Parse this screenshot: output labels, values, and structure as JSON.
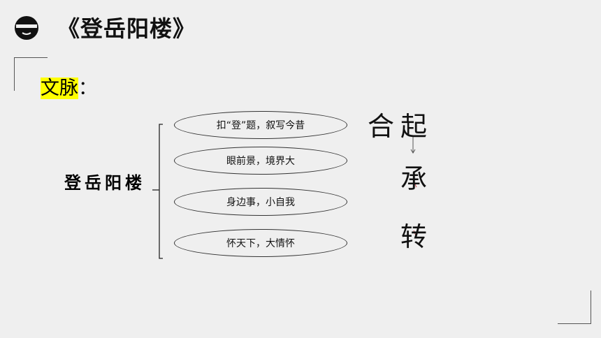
{
  "header": {
    "title": "《登岳阳楼》"
  },
  "section": {
    "label": "文脉",
    "colon": "："
  },
  "diagram": {
    "center_label": "登岳阳楼",
    "items": [
      "扣“登”题，叙写今昔",
      "眼前景，境界大",
      "身边事，小自我",
      "怀天下，大情怀"
    ]
  },
  "structure": {
    "he": "合",
    "qi": "起",
    "cheng": "承",
    "zhuan": "转"
  }
}
